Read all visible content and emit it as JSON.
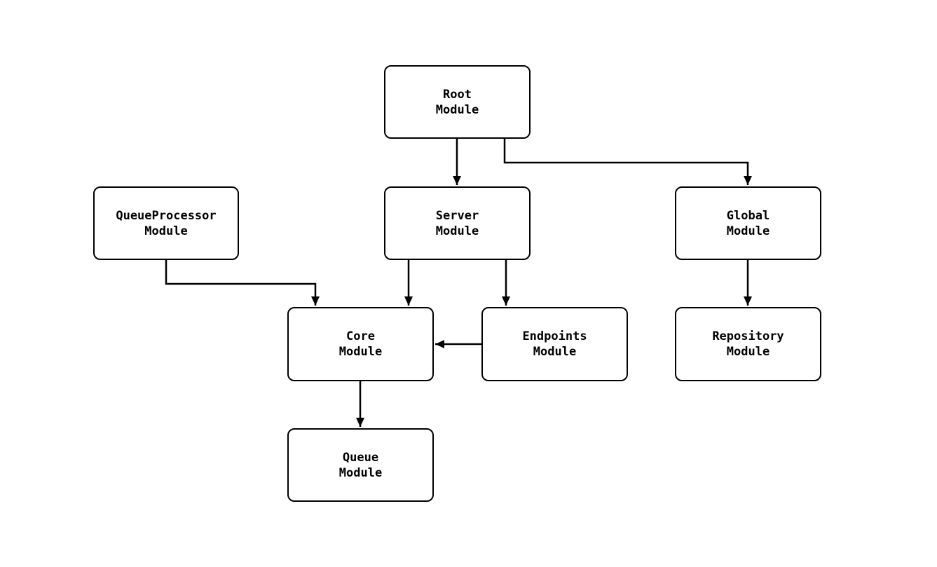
{
  "diagram": {
    "nodes": [
      {
        "id": "root",
        "label": "Root\nModule"
      },
      {
        "id": "queueprocessor",
        "label": "QueueProcessor\nModule"
      },
      {
        "id": "server",
        "label": "Server\nModule"
      },
      {
        "id": "global",
        "label": "Global\nModule"
      },
      {
        "id": "core",
        "label": "Core\nModule"
      },
      {
        "id": "endpoints",
        "label": "Endpoints\nModule"
      },
      {
        "id": "repository",
        "label": "Repository\nModule"
      },
      {
        "id": "queue",
        "label": "Queue\nModule"
      }
    ],
    "edges": [
      {
        "from": "root",
        "to": "server"
      },
      {
        "from": "root",
        "to": "global"
      },
      {
        "from": "queueprocessor",
        "to": "core"
      },
      {
        "from": "server",
        "to": "core"
      },
      {
        "from": "server",
        "to": "endpoints"
      },
      {
        "from": "endpoints",
        "to": "core"
      },
      {
        "from": "global",
        "to": "repository"
      },
      {
        "from": "core",
        "to": "queue"
      }
    ],
    "colors": {
      "background": "#ffffff",
      "box_fill": "#ffffff",
      "box_border": "#000000",
      "arrow": "#000000",
      "text": "#000000"
    }
  }
}
